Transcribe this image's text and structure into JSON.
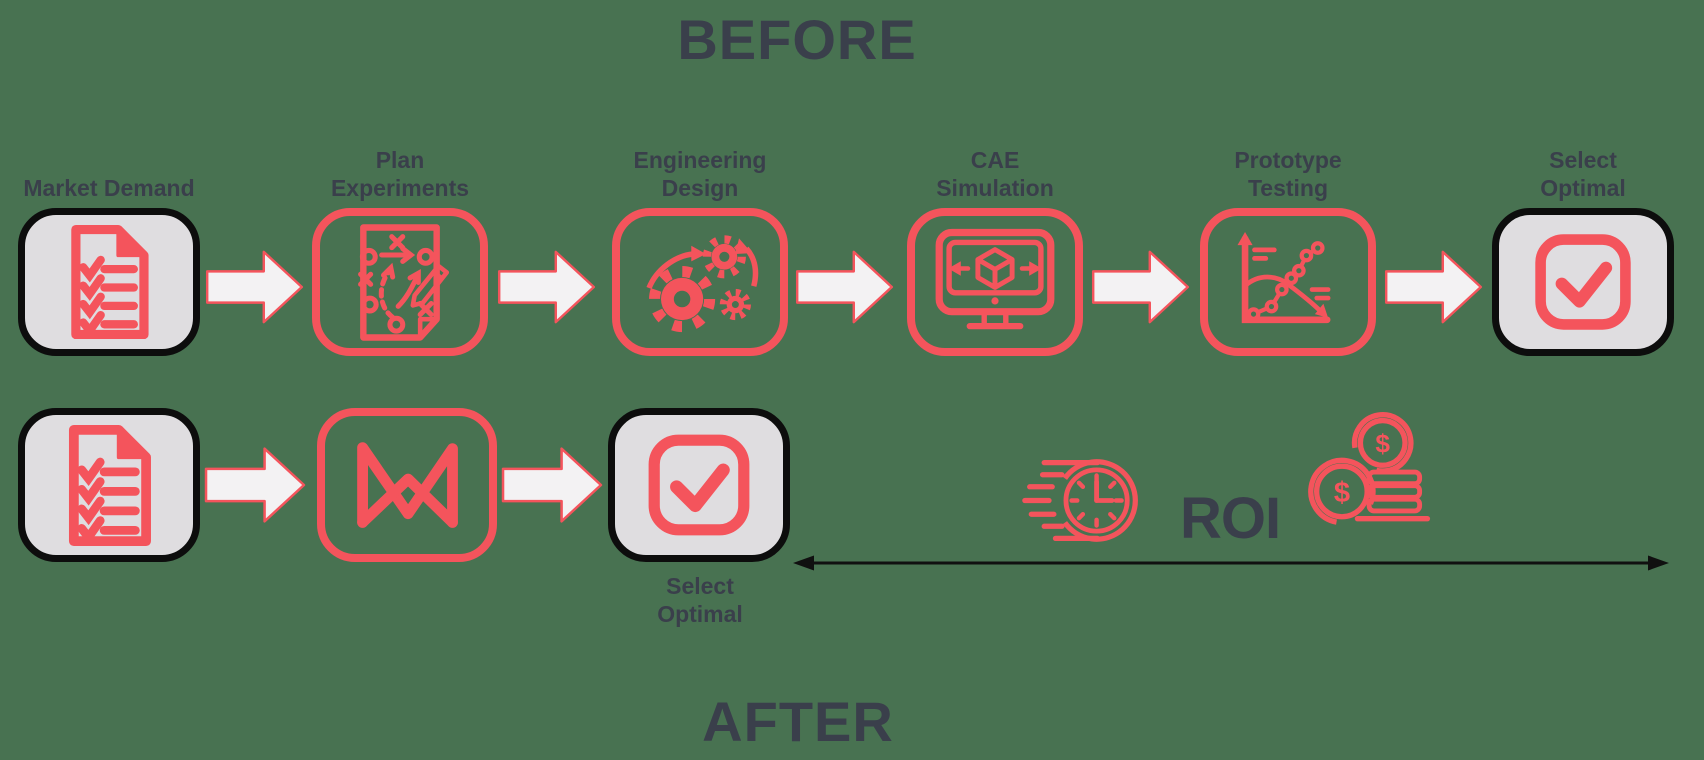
{
  "titles": {
    "before": "BEFORE",
    "after": "AFTER"
  },
  "colors": {
    "accent": "#F4545C",
    "text_dark": "#3A3F4B",
    "background": "#487251",
    "box_fill_gray": "#DFDDE0",
    "box_border_black": "#0D0D0D",
    "flow_arrow_fill": "#F3F2F3",
    "roi_arrow_black": "#101010"
  },
  "before_flow": {
    "steps": [
      {
        "label": "Market Demand",
        "label_lines": [
          "Market Demand"
        ],
        "icon": "checklist-document",
        "box_style": "black"
      },
      {
        "label": "Plan Experiments",
        "label_lines": [
          "Plan",
          "Experiments"
        ],
        "icon": "strategy-plan",
        "box_style": "red"
      },
      {
        "label": "Engineering Design",
        "label_lines": [
          "Engineering",
          "Design"
        ],
        "icon": "gears",
        "box_style": "red"
      },
      {
        "label": "CAE Simulation",
        "label_lines": [
          "CAE",
          "Simulation"
        ],
        "icon": "cae-monitor-cube",
        "box_style": "red"
      },
      {
        "label": "Prototype Testing",
        "label_lines": [
          "Prototype",
          "Testing"
        ],
        "icon": "prototype-chart",
        "box_style": "red"
      },
      {
        "label": "Select Optimal",
        "label_lines": [
          "Select",
          "Optimal"
        ],
        "icon": "checkmark-square",
        "box_style": "black"
      }
    ]
  },
  "after_flow": {
    "steps": [
      {
        "icon": "checklist-document",
        "box_style": "black"
      },
      {
        "icon": "monolith-logo",
        "box_style": "red"
      },
      {
        "label": "Select Optimal",
        "label_lines": [
          "Select",
          "Optimal"
        ],
        "icon": "checkmark-square",
        "box_style": "black"
      }
    ]
  },
  "roi": {
    "label": "ROI",
    "icons": [
      "speeding-clock",
      "money-coins"
    ]
  }
}
